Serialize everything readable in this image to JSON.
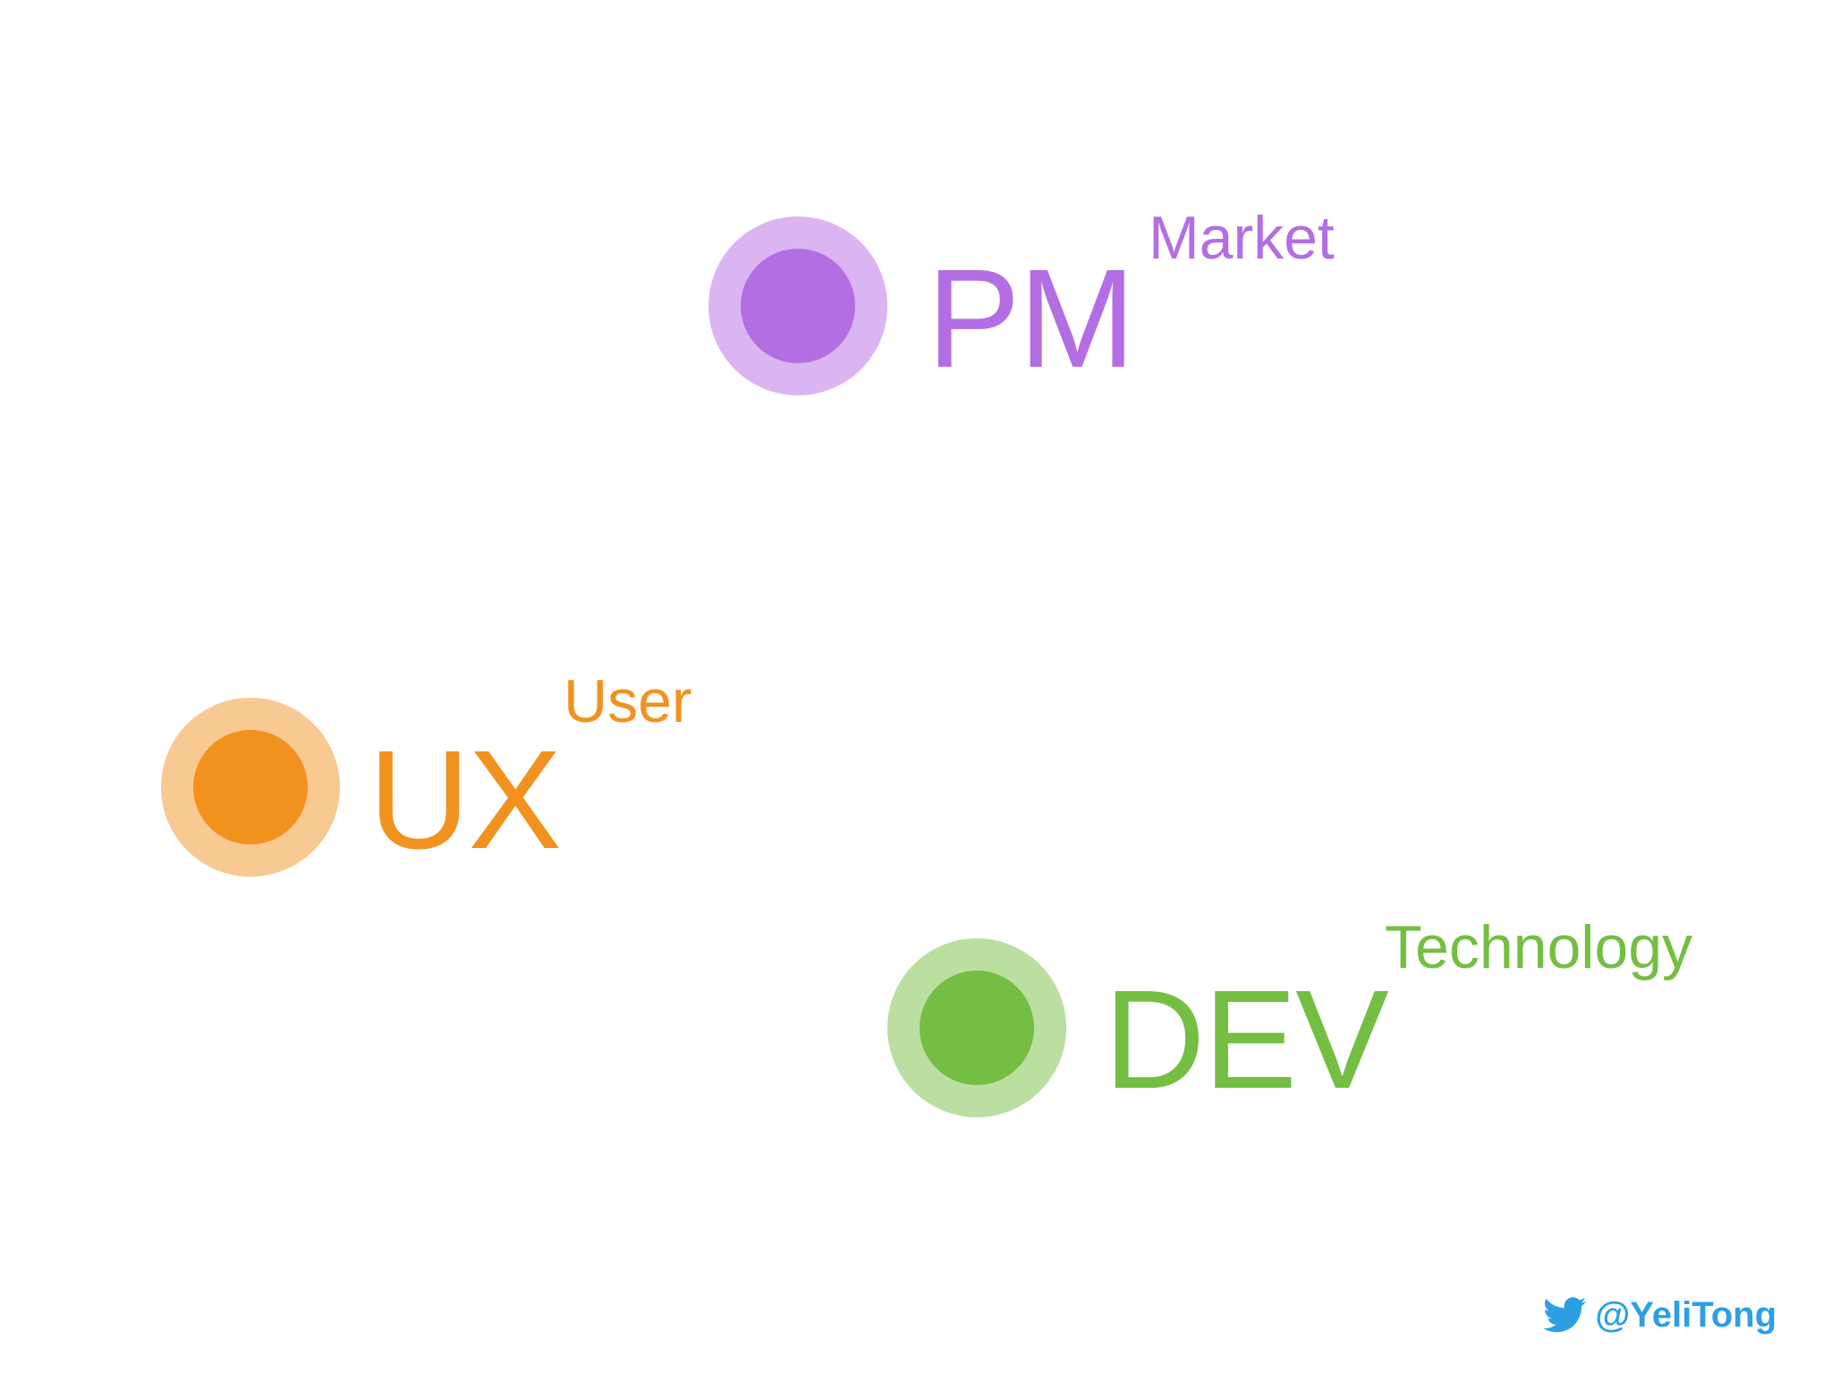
{
  "colors": {
    "pm": "#b36ee3",
    "pm_ring": "#dbb5f1",
    "ux": "#f2921e",
    "ux_ring": "#f8c992",
    "dev": "#74be43",
    "dev_ring": "#badfa1",
    "twitter": "#2c9fe5"
  },
  "nodes": [
    {
      "id": "pm",
      "label": "PM",
      "sublabel": "Market"
    },
    {
      "id": "ux",
      "label": "UX",
      "sublabel": "User"
    },
    {
      "id": "dev",
      "label": "DEV",
      "sublabel": "Technology"
    }
  ],
  "footer": {
    "icon": "twitter-bird-icon",
    "handle": "@YeliTong"
  }
}
